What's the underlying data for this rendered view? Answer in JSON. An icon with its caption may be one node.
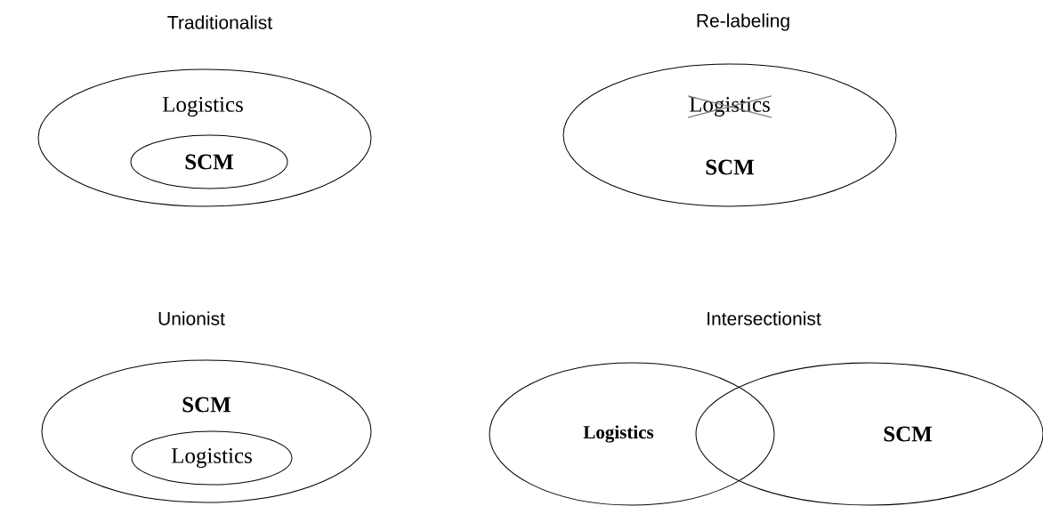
{
  "diagram": {
    "nodes": [
      {
        "text": [
          "Traditionalist",
          "Logistics"
        ]
      },
      {
        "text": [
          "SCM"
        ],
        "in": 0
      },
      {
        "text": [
          "Re-labeling",
          "Logistics",
          "SCM"
        ]
      },
      {
        "text": [
          "Unionist",
          "SCM"
        ]
      },
      {
        "text": [
          "Logistics"
        ],
        "in": 3
      },
      {
        "text": [
          "Logistics"
        ]
      },
      {
        "text": [
          "SCM"
        ]
      }
    ],
    "labels": [
      "Intersectionist"
    ]
  }
}
